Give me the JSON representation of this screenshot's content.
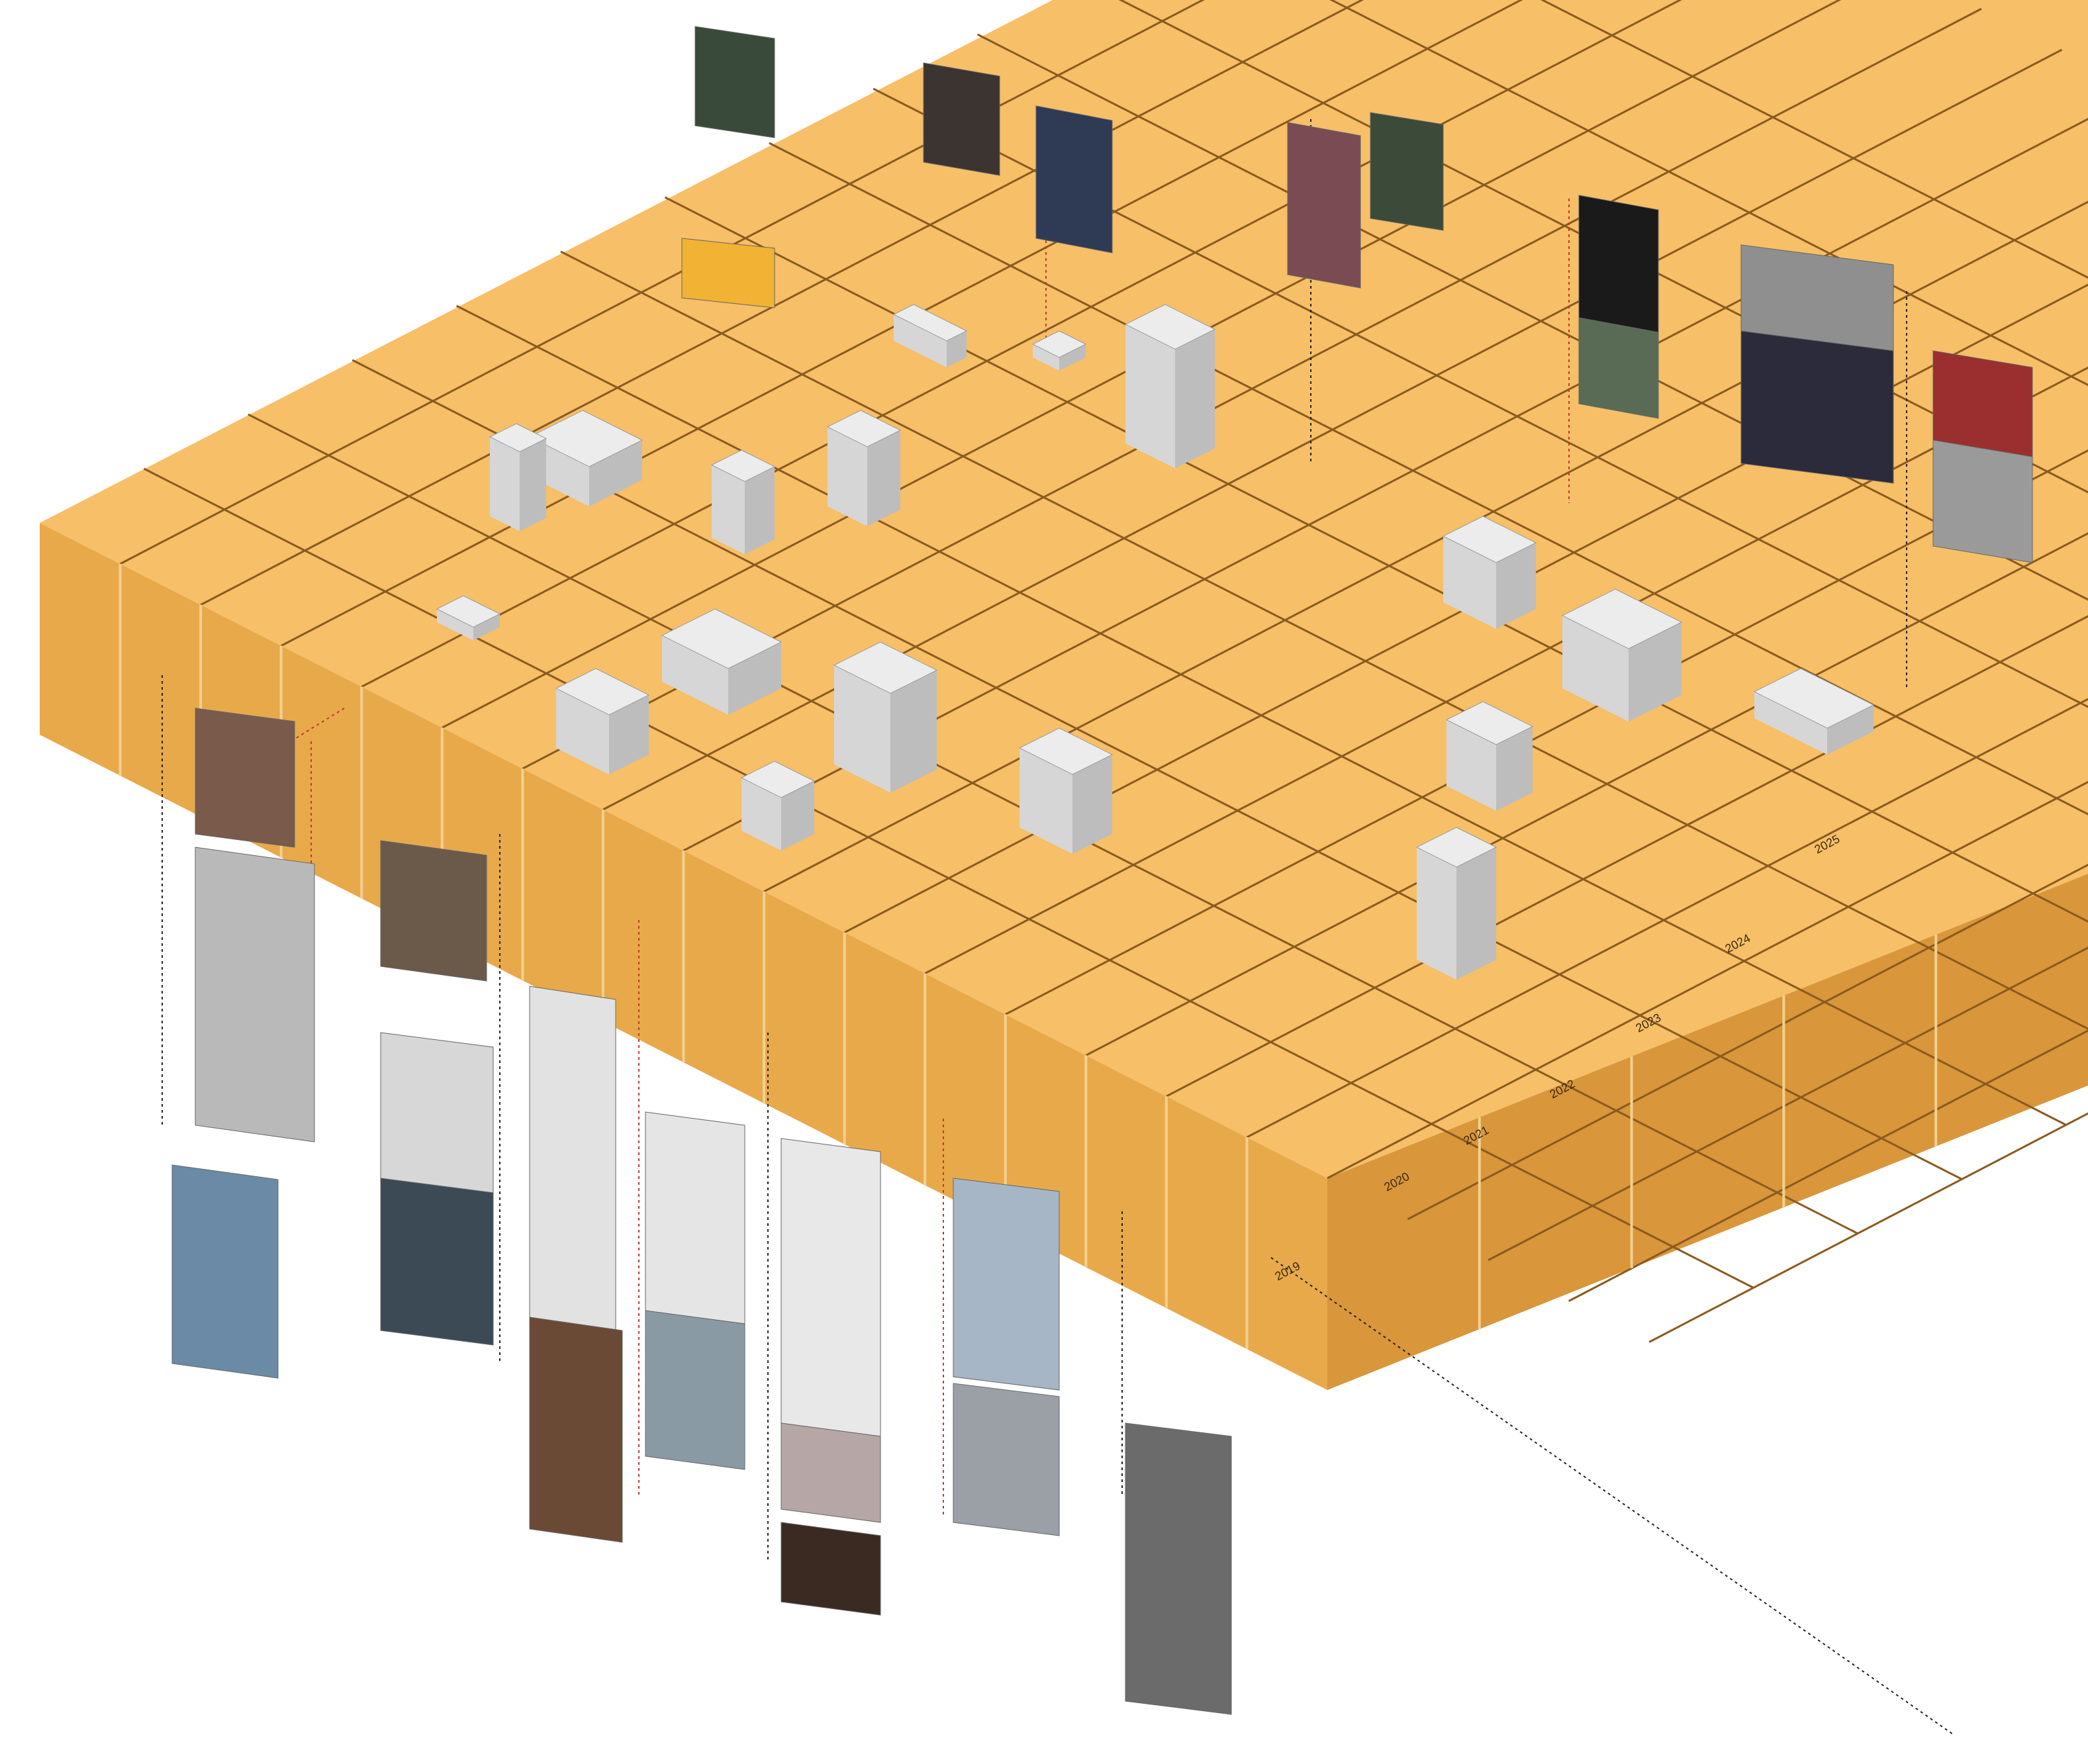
{
  "colors": {
    "slab_top": "#f6bf68",
    "slab_front": "#e8a94b",
    "slab_side": "#d9963a",
    "grid_line": "#8a5a1f",
    "model": "#ececec",
    "model_shade": "#bdbdbd",
    "leader": "#222222",
    "leader_red": "#c0392b"
  },
  "timeline": {
    "years": [
      "2019",
      "2020",
      "2021",
      "2022",
      "2023",
      "2024",
      "2025"
    ]
  },
  "projects": {
    "icons": [
      "tower-model-icon",
      "pavilion-model-icon",
      "housing-model-icon",
      "wave-canopy-model-icon",
      "ring-plaza-model-icon",
      "cube-cluster-model-icon",
      "masterplan-model-icon",
      "fin-roof-model-icon",
      "terrace-model-icon"
    ]
  },
  "image_panels": {
    "icons": [
      "render-thumbnail-icon",
      "diagram-thumbnail-icon",
      "plan-thumbnail-icon"
    ]
  }
}
